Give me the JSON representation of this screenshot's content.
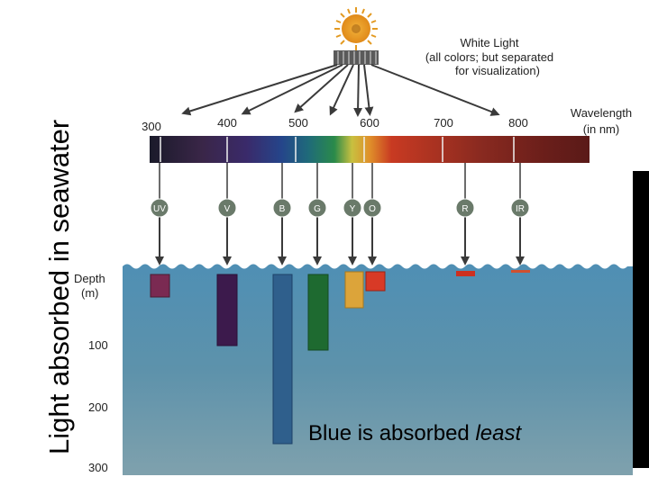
{
  "side_title": "Light absorbed in seawater",
  "white_light": {
    "line1": "White Light",
    "line2": "(all colors; but separated",
    "line3": "for visualization)"
  },
  "wavelength_label": {
    "line1": "Wavelength",
    "line2": "(in nm)"
  },
  "wavelength_ticks": [
    "300",
    "400",
    "500",
    "600",
    "700",
    "800"
  ],
  "depth_label": {
    "line1": "Depth",
    "line2": "(m)"
  },
  "depth_ticks": [
    "100",
    "200",
    "300"
  ],
  "bands": [
    {
      "code": "UV",
      "color": "#7a2a52"
    },
    {
      "code": "V",
      "color": "#3c1a4c"
    },
    {
      "code": "B",
      "color": "#2f5f8c"
    },
    {
      "code": "G",
      "color": "#1e6a30"
    },
    {
      "code": "Y",
      "color": "#dca43a"
    },
    {
      "code": "O",
      "color": "#d83a26"
    },
    {
      "code": "R",
      "color": "#cc3020"
    },
    {
      "code": "IR",
      "color": "#d05030"
    }
  ],
  "caption": {
    "main": "Blue is absorbed ",
    "emphasis": "least"
  }
}
